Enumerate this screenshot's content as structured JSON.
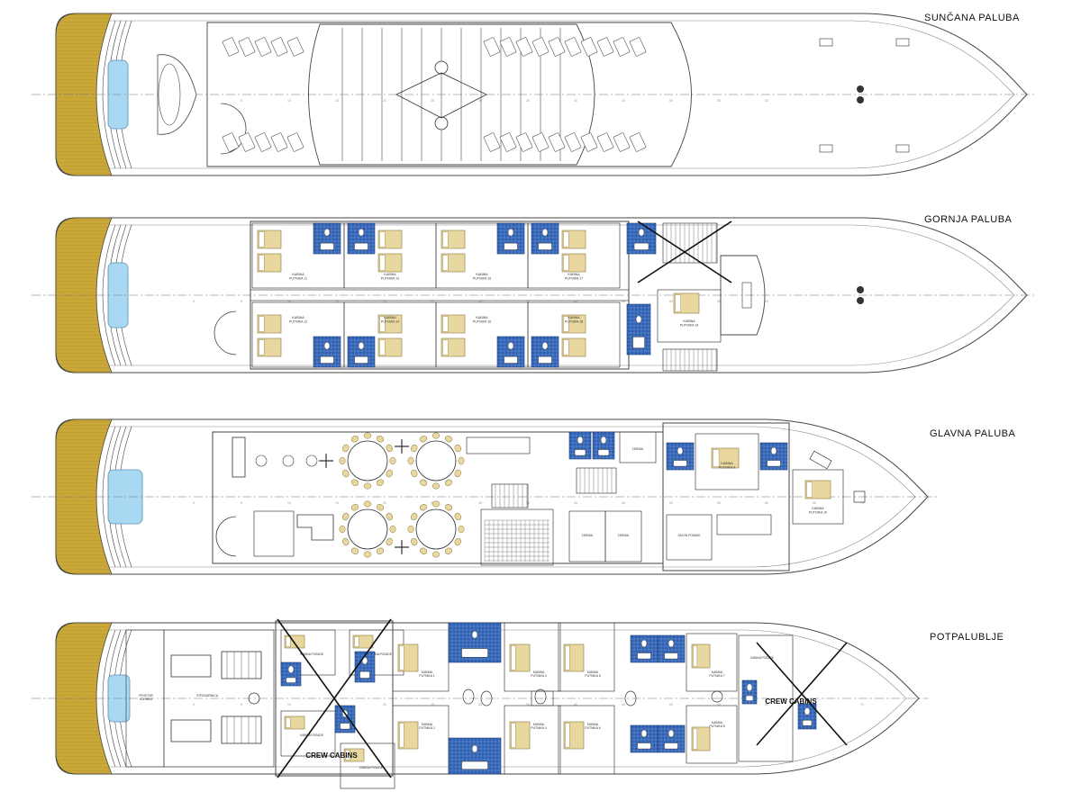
{
  "decks": [
    {
      "id": "sun",
      "title": "SUNČANA PALUBA",
      "cabins": []
    },
    {
      "id": "upper",
      "title": "GORNJA PALUBA",
      "cabins": [
        {
          "label": "KABINA\nPUTNIKA 11"
        },
        {
          "label": "KABINA\nPUTNIKA 12"
        },
        {
          "label": "KABINA\nPUTNIKA 13"
        },
        {
          "label": "KABINA\nPUTNIKA 14"
        },
        {
          "label": "KABINA\nPUTNIKA 15"
        },
        {
          "label": "KABINA\nPUTNIKA 16"
        },
        {
          "label": "KABINA\nPUTNIKA 17"
        },
        {
          "label": "KABINA\nPUTNIKA 18"
        },
        {
          "label": "KABINA\nPUTNIKA 19"
        }
      ]
    },
    {
      "id": "main",
      "title": "GLAVNA PALUBA",
      "cabins": [
        {
          "label": "KABINA\nPUTNIKA 9"
        },
        {
          "label": "KABINA\nPUTNIKA 10"
        }
      ],
      "rooms": [
        "ZDRAVA",
        "ZDRAVA",
        "ZDRAVA",
        "SALON POSADE"
      ]
    },
    {
      "id": "lower",
      "title": "POTPALUBLJE",
      "cabins": [
        {
          "label": "KABINA\nPUTNIKA 1"
        },
        {
          "label": "KABINA\nPUTNIKA 2"
        },
        {
          "label": "KABINA\nPUTNIKA 3"
        },
        {
          "label": "KABINA\nPUTNIKA 4"
        },
        {
          "label": "KABINA\nPUTNIKA 5"
        },
        {
          "label": "KABINA\nPUTNIKA 6"
        },
        {
          "label": "KABINA\nPUTNIKA 7"
        },
        {
          "label": "KABINA\nPUTNIKA 8"
        }
      ],
      "crew_rooms": [
        "KABINA POSADE",
        "KABINA POSADE",
        "KABINA POSADE",
        "KABINA POSADE",
        "KABINA POSADE"
      ],
      "crew_label_1": "CREW CABINS",
      "crew_label_2": "CREW CABINS",
      "engine_label": "STROJARNICA",
      "stern_label": "PROSTOR\nKORMILA"
    }
  ],
  "colors": {
    "deck_wood": "#c9a838",
    "pool": "#a9d8f2",
    "bathroom_tile": "#2e5fb0",
    "line": "#444444",
    "cross": "#111111",
    "bed": "#e9d7a0"
  }
}
